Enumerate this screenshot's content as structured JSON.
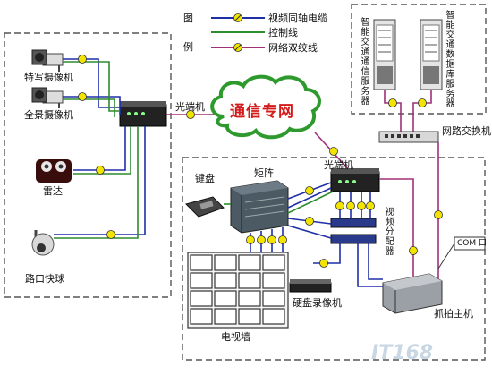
{
  "legend": {
    "tu": "图",
    "li": "例",
    "video_cable": "视频同轴电缆",
    "control_line": "控制线",
    "network_twisted_pair": "网络双绞线"
  },
  "devices": {
    "capture_camera": "特写摄像机",
    "panorama_camera": "全景摄像机",
    "radar": "雷达",
    "intersection_dome": "路口快球",
    "optical_transceiver_left": "光端机",
    "comm_network": "通信专网",
    "optical_transceiver_center": "光端机",
    "keyboard": "键盘",
    "matrix": "矩阵",
    "video_distributor": "视频分配器",
    "dvr": "硬盘录像机",
    "tv_wall": "电视墙",
    "capture_host": "抓拍主机",
    "com_port": "COM 口",
    "network_switch": "网路交换机",
    "server_comm": "智能交通通信服务器",
    "server_data": "智能交通数据库服务器"
  },
  "watermark": "IT168",
  "colors": {
    "video_line": "#1f2fa8",
    "control_line": "#2e8b2e",
    "network_line": "#a0307a",
    "cloud_border": "#2e9a2e",
    "cloud_text": "#d41a1a"
  }
}
